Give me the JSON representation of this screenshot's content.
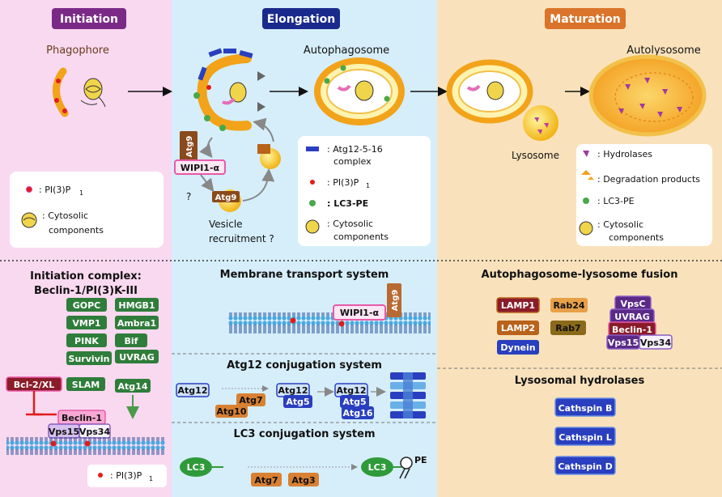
{
  "headers": {
    "initiation": "Initiation",
    "elongation": "Elongation",
    "maturation": "Maturation"
  },
  "top": {
    "phagophore": "Phagophore",
    "autophagosome": "Autophagosome",
    "autolysosome": "Autolysosome",
    "lysosome": "Lysosome",
    "vesicle_recruitment_1": "Vesicle",
    "vesicle_recruitment_2": "recruitment ?",
    "question": "?",
    "atg9_vertical": "Atg9",
    "atg9_vesicle": "Atg9",
    "wipi": "WIPI1-α",
    "legend_initiation": {
      "pi3p": ": PI(3)P",
      "pi3p_sub": "1",
      "cytosolic_1": ": Cytosolic",
      "cytosolic_2": "components"
    },
    "legend_elongation": {
      "atg12_1": ": Atg12-5-16",
      "atg12_2": "complex",
      "pi3p": ": PI(3)P",
      "pi3p_sub": "1",
      "lc3pe": ": LC3-PE",
      "cytosolic_1": ": Cytosolic",
      "cytosolic_2": "components"
    },
    "legend_maturation": {
      "hydrolases": ": Hydrolases",
      "degradation": ": Degradation products",
      "lc3pe": ": LC3-PE",
      "cytosolic_1": ": Cytosolic",
      "cytosolic_2": "components"
    }
  },
  "bottom": {
    "initiation_title_1": "Initiation complex:",
    "initiation_title_2": "Beclin-1/PI(3)K-III",
    "green_boxes": [
      "GOPC",
      "HMGB1",
      "VMP1",
      "Ambra1",
      "PINK",
      "Bif",
      "Survivin",
      "UVRAG",
      "SLAM",
      "Atg14"
    ],
    "bcl2": "Bcl-2/XL",
    "beclin": "Beclin-1",
    "vps15": "Vps15",
    "vps34": "Vps34",
    "pi3p": ": PI(3)P",
    "pi3p_sub": "1",
    "membrane_title": "Membrane transport system",
    "membrane_atg9": "Atg9",
    "membrane_wipi": "WIPI1-α",
    "atg12_title": "Atg12 conjugation system",
    "atg12_boxes": {
      "a": "Atg12",
      "b": "Atg7",
      "c": "Atg10",
      "d": "Atg12",
      "e": "Atg5",
      "f": "Atg12",
      "g": "Atg5",
      "h": "Atg16"
    },
    "lc3_title": "LC3 conjugation system",
    "lc3_left": "LC3",
    "lc3_right": "LC3",
    "pe": "PE",
    "lc3_atg7": "Atg7",
    "lc3_atg3": "Atg3",
    "fusion_title": "Autophagosome-lysosome fusion",
    "fusion_boxes": {
      "lamp1": "LAMP1",
      "rab24": "Rab24",
      "lamp2": "LAMP2",
      "rab7": "Rab7",
      "dynein": "Dynein",
      "vpsc": "VpsC",
      "uvrag": "UVRAG",
      "beclin": "Beclin-1",
      "vps15": "Vps15",
      "vps34": "Vps34"
    },
    "hydrolases_title": "Lysosomal hydrolases",
    "cathepsins": [
      "Cathspin B",
      "Cathspin L",
      "Cathspin D"
    ]
  },
  "colors": {
    "initiation_bg": "#f9d9f0",
    "elongation_bg": "#d6eefa",
    "maturation_bg": "#f9e2bb",
    "initiation_header": "#7a2a86",
    "elongation_header": "#1a2a8c",
    "maturation_header": "#d9742a",
    "green_box": "#2f7d3a",
    "orange_box": "#d98032",
    "blue_box": "#2a3fbf",
    "purple_box": "#8a5cc4",
    "pink_box": "#e85aa8",
    "brown_box": "#8b4a1c",
    "maroon_box": "#8a1c2a"
  }
}
